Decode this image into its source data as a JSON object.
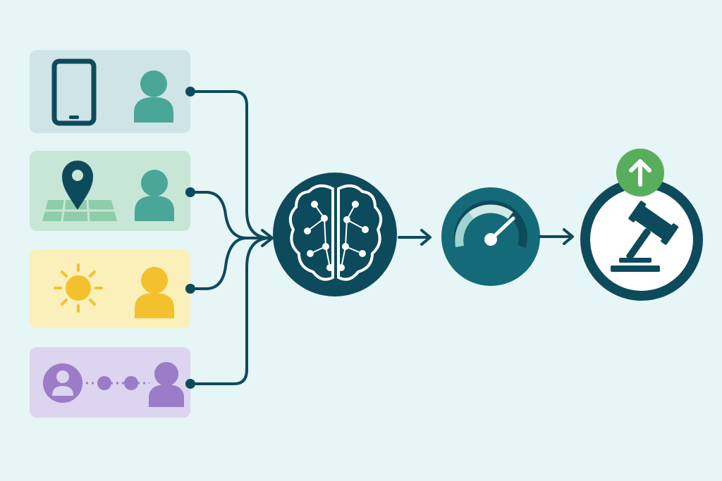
{
  "diagram": {
    "inputs": [
      {
        "kind": "device",
        "icon": "smartphone-icon",
        "person": "person-icon",
        "bg": "#cfe4e6",
        "person_color": "#4aa696"
      },
      {
        "kind": "location",
        "icon": "map-pin-icon",
        "person": "person-icon",
        "bg": "#c8e6d6",
        "person_color": "#4aa696"
      },
      {
        "kind": "environment",
        "icon": "sun-icon",
        "person": "person-icon",
        "bg": "#fbf0b9",
        "person_color": "#f3c12e"
      },
      {
        "kind": "social",
        "icon": "user-connection-icon",
        "person": "person-icon",
        "bg": "#ddd4ef",
        "person_color": "#9a7cc8"
      }
    ],
    "stages": [
      {
        "name": "processing",
        "icon": "brain-network-icon"
      },
      {
        "name": "scoring",
        "icon": "speedometer-gauge-icon"
      },
      {
        "name": "decision",
        "icon": "gavel-icon",
        "badge": "arrow-up-icon"
      }
    ],
    "colors": {
      "background": "#e6f5f6",
      "primary_dark": "#0d4a5c",
      "gauge_fill": "#146a78",
      "badge_green": "#58ae5a"
    }
  }
}
